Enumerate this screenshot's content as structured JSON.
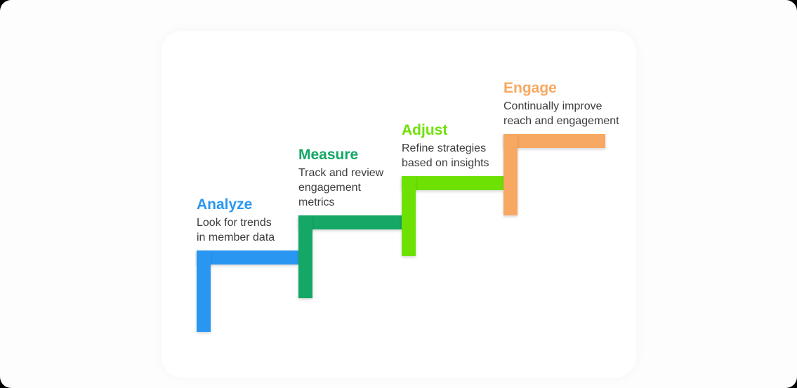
{
  "colors": {
    "frame": "#000000",
    "background": "#fdfdfd",
    "card": "#ffffff",
    "description_text": "#3d3d3d"
  },
  "steps": [
    {
      "title": "Analyze",
      "color": "#2997f2",
      "desc_lines": [
        "Look for trends",
        "in member data"
      ]
    },
    {
      "title": "Measure",
      "color": "#14a765",
      "desc_lines": [
        "Track and review",
        "engagement",
        "metrics"
      ]
    },
    {
      "title": "Adjust",
      "color": "#6ee104",
      "desc_lines": [
        "Refine strategies",
        "based on insights"
      ]
    },
    {
      "title": "Engage",
      "color": "#f7a862",
      "desc_lines": [
        "Continually improve",
        "reach and engagement"
      ]
    }
  ]
}
